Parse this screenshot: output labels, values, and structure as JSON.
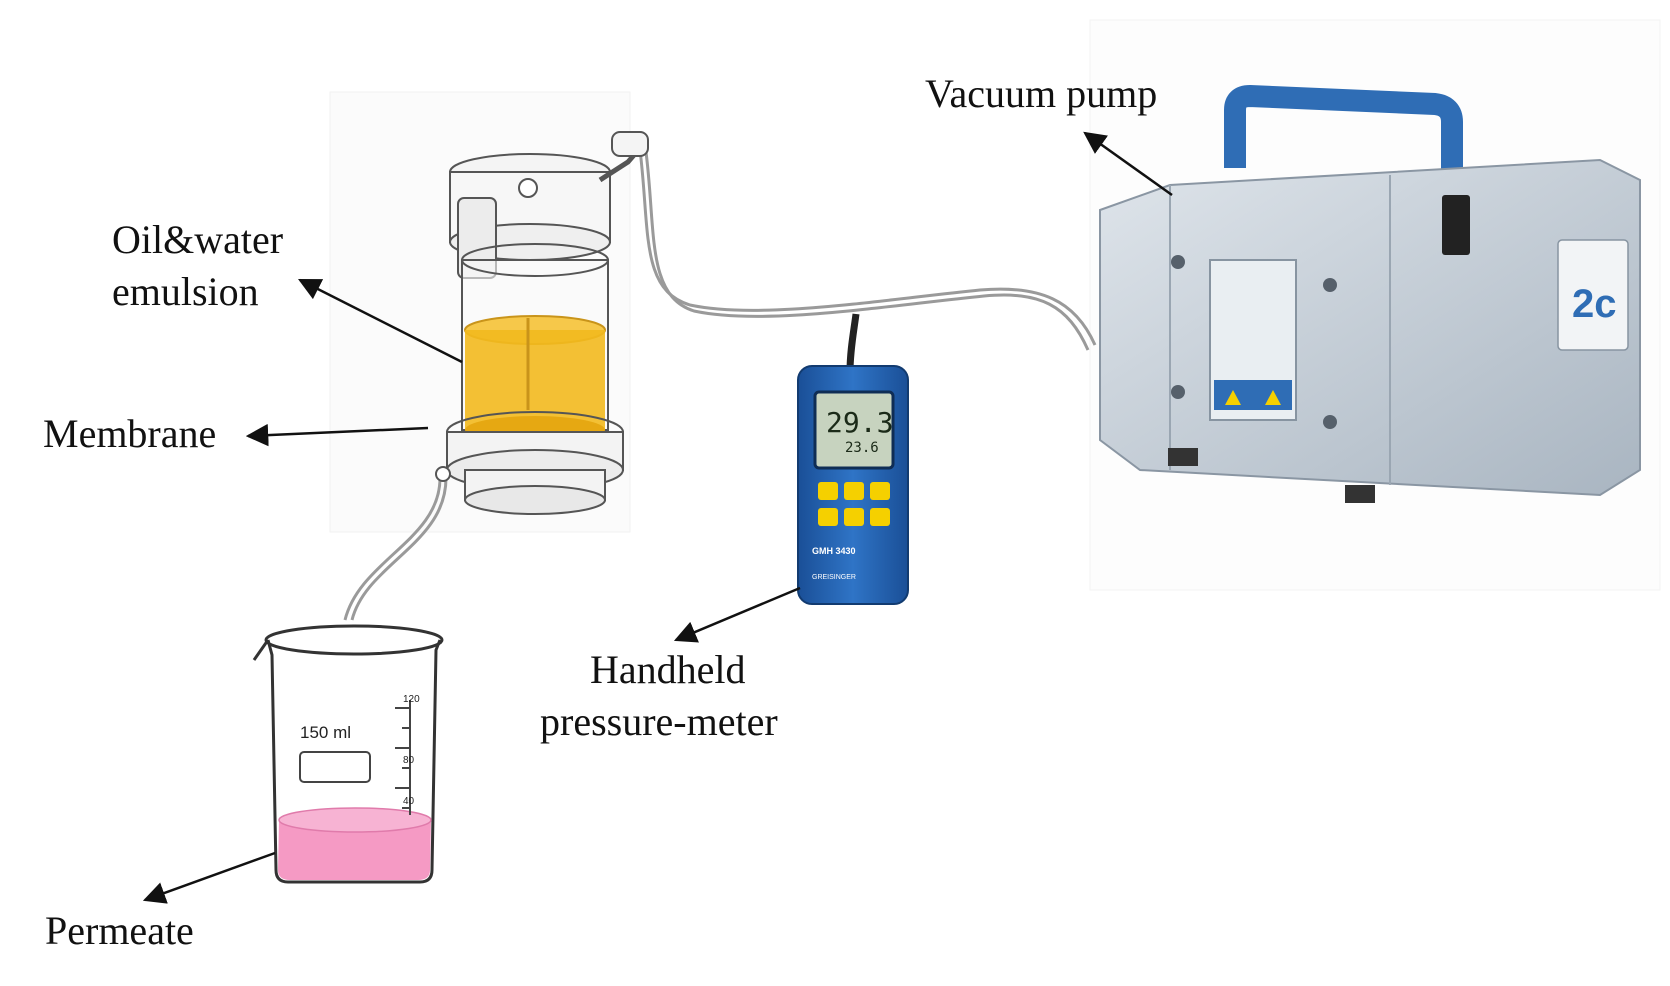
{
  "labels": {
    "vacuum_pump": "Vacuum pump",
    "emulsion_line1": "Oil&water",
    "emulsion_line2": "emulsion",
    "membrane": "Membrane",
    "meter_line1": "Handheld",
    "meter_line2": "pressure-meter",
    "permeate": "Permeate"
  },
  "beaker": {
    "volume_label": "150 ml",
    "scale_top": "120",
    "scale_mid": "80",
    "scale_low": "40"
  },
  "pressure_meter": {
    "reading_main": "29.3",
    "reading_sub": "23.6",
    "model": "GMH 3430",
    "brand": "GREISINGER"
  },
  "pump": {
    "model": "2c"
  },
  "colors": {
    "emulsion": "#f2b91e",
    "permeate": "#f59ac4",
    "meter_body": "#1d5fb0",
    "meter_buttons": "#f5d000",
    "pump_body": "#c9d2db",
    "pump_handle": "#2f6db5"
  }
}
